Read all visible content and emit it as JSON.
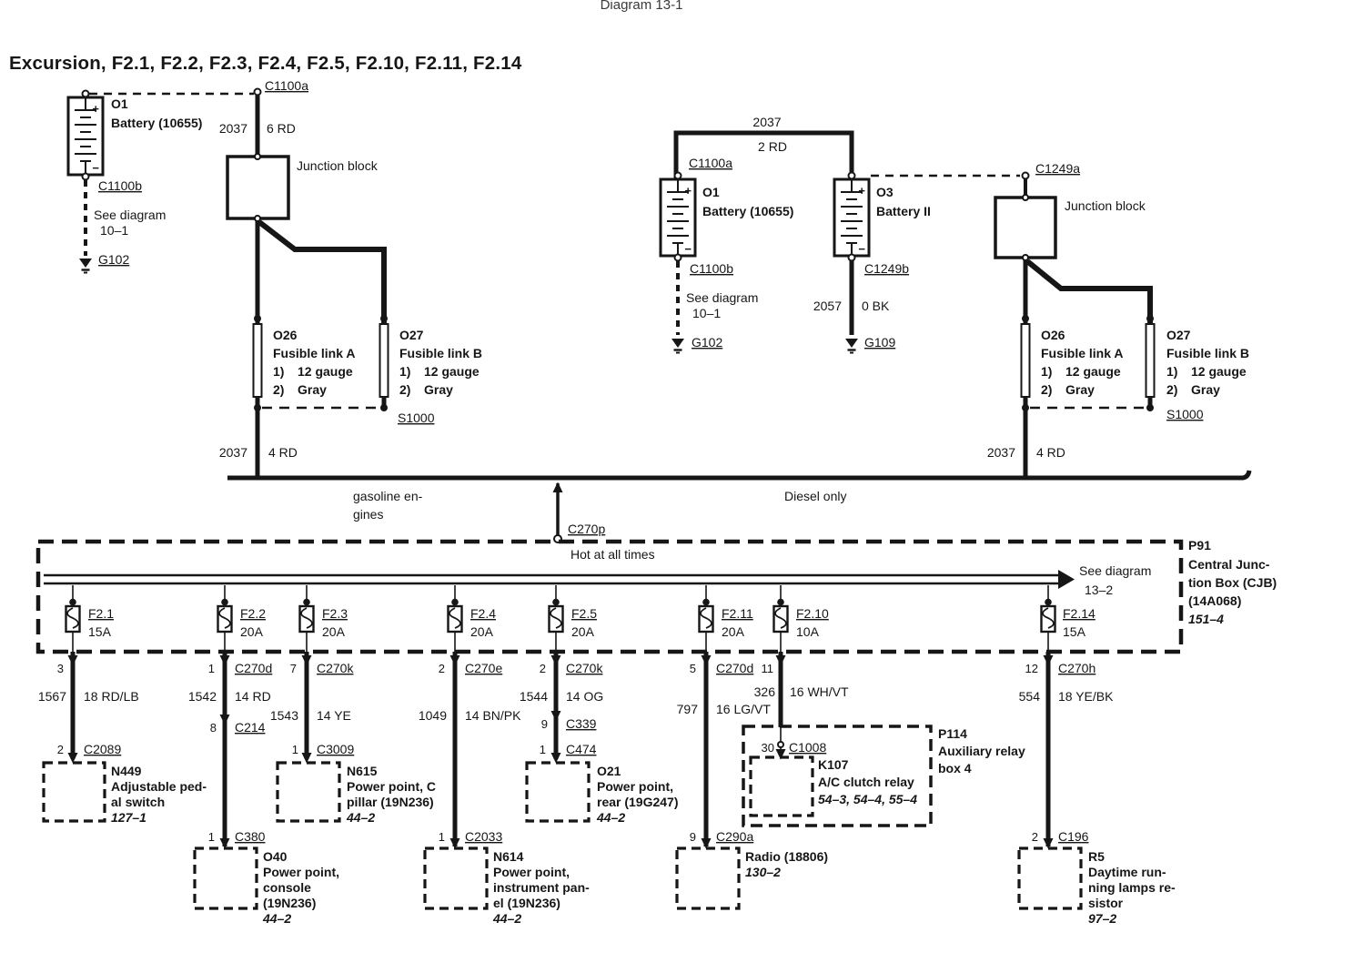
{
  "page": {
    "header": "Diagram 13-1",
    "title": "Excursion, F2.1, F2.2, F2.3, F2.4, F2.5, F2.10, F2.11, F2.14"
  },
  "colors": {
    "ink": "#161616",
    "paper": "#ffffff"
  },
  "junction_block_label": "Junction block",
  "battery_left": {
    "id": "O1",
    "name": "Battery (10655)",
    "conn_top": "C1100a",
    "wire_circuit": "2037",
    "wire_gauge": "6 RD",
    "conn_bottom": "C1100b",
    "see_line1": "See diagram",
    "see_line2": "10–1",
    "ground": "G102"
  },
  "battery_mid": {
    "id": "O1",
    "name": "Battery (10655)",
    "conn_top": "C1100a",
    "conn_bottom": "C1100b",
    "see_line1": "See diagram",
    "see_line2": "10–1",
    "ground": "G102"
  },
  "battery_aux": {
    "id": "O3",
    "name": "Battery II",
    "conn_bottom": "C1249b",
    "wire_circuit": "2057",
    "wire_gauge": "0 BK",
    "ground": "G109"
  },
  "mid_link_wire": {
    "circuit": "2037",
    "gauge": "2 RD"
  },
  "right_junction": {
    "conn_top": "C1249a"
  },
  "fusible_link_a": {
    "id": "O26",
    "name": "Fusible link A",
    "item1_num": "1)",
    "item1": "12 gauge",
    "item2_num": "2)",
    "item2": "Gray"
  },
  "fusible_link_b": {
    "id": "O27",
    "name": "Fusible link B",
    "item1_num": "1)",
    "item1": "12 gauge",
    "item2_num": "2)",
    "item2": "Gray"
  },
  "splice": "S1000",
  "feed_wire": {
    "circuit": "2037",
    "gauge": "4 RD"
  },
  "bus": {
    "gas_line1": "gasoline en-",
    "gas_line2": "gines",
    "diesel": "Diesel only"
  },
  "cjb": {
    "conn": "C270p",
    "hot": "Hot at all times",
    "see_line1": "See diagram",
    "see_line2": "13–2",
    "tag": {
      "id": "P91",
      "line1": "Central Junc-",
      "line2": "tion Box (CJB)",
      "line3": "(14A068)",
      "ref": "151–4"
    },
    "fuses": [
      {
        "name": "F2.1",
        "amps": "15A"
      },
      {
        "name": "F2.2",
        "amps": "20A"
      },
      {
        "name": "F2.3",
        "amps": "20A"
      },
      {
        "name": "F2.4",
        "amps": "20A"
      },
      {
        "name": "F2.5",
        "amps": "20A"
      },
      {
        "name": "F2.11",
        "amps": "20A"
      },
      {
        "name": "F2.10",
        "amps": "10A"
      },
      {
        "name": "F2.14",
        "amps": "15A"
      }
    ]
  },
  "branches": [
    {
      "pin": "3",
      "circuit": "1567",
      "gauge": "18 RD/LB",
      "pin2": "2",
      "conn2": "C2089",
      "box": [
        "N449",
        "Adjustable ped-",
        "al switch"
      ],
      "ref": "127–1"
    },
    {
      "pin": "1",
      "conn": "C270d",
      "circuit": "1542",
      "gauge": "14 RD",
      "pin2": "8",
      "conn2": "C214",
      "pin3": "1",
      "conn3": "C380",
      "box": [
        "O40",
        "Power point,",
        "console",
        "(19N236)"
      ],
      "ref": "44–2"
    },
    {
      "pin": "7",
      "conn": "C270k",
      "circuit": "1543",
      "gauge": "14 YE",
      "pin2": "1",
      "conn2": "C3009",
      "box": [
        "N615",
        "Power point, C",
        "pillar (19N236)"
      ],
      "ref": "44–2"
    },
    {
      "pin": "2",
      "conn": "C270e",
      "circuit": "1049",
      "gauge": "14 BN/PK",
      "pin2": "1",
      "conn2": "C2033",
      "box": [
        "N614",
        "Power point,",
        "instrument pan-",
        "el (19N236)"
      ],
      "ref": "44–2"
    },
    {
      "pin": "2",
      "conn": "C270k",
      "circuit": "1544",
      "gauge": "14 OG",
      "pin2": "9",
      "conn2": "C339",
      "pin3": "1",
      "conn3": "C474",
      "box": [
        "O21",
        "Power point,",
        "rear (19G247)"
      ],
      "ref": "44–2"
    },
    {
      "pin": "5",
      "conn": "C270d",
      "circuit": "797",
      "gauge": "16 LG/VT",
      "pin2": "9",
      "conn2": "C290a",
      "box": [
        "Radio (18806)"
      ],
      "ref": "130–2"
    },
    {
      "pin": "11",
      "circuit": "326",
      "gauge": "16 WH/VT",
      "pin2": "30",
      "conn2": "C1008",
      "box": [
        "K107",
        "A/C clutch relay"
      ],
      "ref": "54–3, 54–4, 55–4",
      "relay": {
        "id": "P114",
        "line1": "Auxiliary relay",
        "line2": "box 4"
      }
    },
    {
      "pin": "12",
      "conn": "C270h",
      "circuit": "554",
      "gauge": "18 YE/BK",
      "pin2": "2",
      "conn2": "C196",
      "box": [
        "R5",
        "Daytime run-",
        "ning lamps re-",
        "sistor"
      ],
      "ref": "97–2"
    }
  ]
}
